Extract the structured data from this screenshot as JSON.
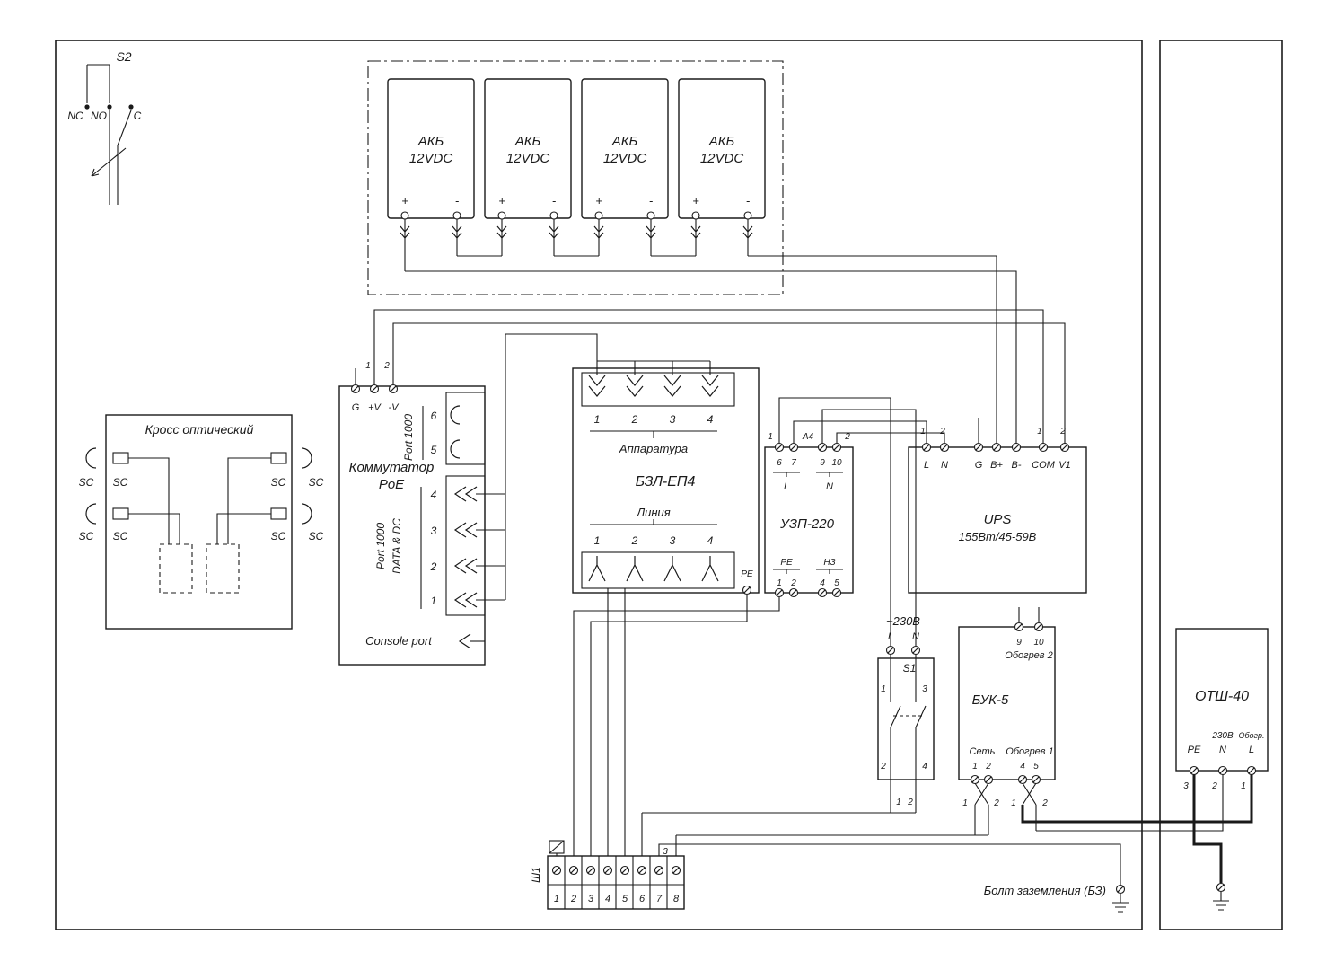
{
  "colors": {
    "line": "#1a1a1a",
    "bg": "#ffffff"
  },
  "s2": {
    "title": "S2",
    "nc": "NC",
    "no": "NO",
    "c": "C"
  },
  "battery_bank": {
    "batteries": [
      {
        "line1": "АКБ",
        "line2": "12VDC"
      },
      {
        "line1": "АКБ",
        "line2": "12VDC"
      },
      {
        "line1": "АКБ",
        "line2": "12VDC"
      },
      {
        "line1": "АКБ",
        "line2": "12VDC"
      }
    ],
    "plus": "+",
    "minus": "-"
  },
  "optical_cross": {
    "title": "Кросс оптический",
    "sc": "SC"
  },
  "poe_switch": {
    "title_line1": "Коммутатор",
    "title_line2": "PoE",
    "term_g": "G",
    "term_vplus": "+V",
    "term_vminus": "-V",
    "marks": [
      "1",
      "2"
    ],
    "uplink_group": "Port 1000",
    "uplink_numbers": [
      "6",
      "5"
    ],
    "data_group_line1": "Port 1000",
    "data_group_line2": "DATA & DC",
    "data_numbers": [
      "4",
      "3",
      "2",
      "1"
    ],
    "console": "Console port"
  },
  "bzl": {
    "title": "БЗЛ-ЕП4",
    "top_label": "Аппаратура",
    "bottom_label": "Линия",
    "pe": "РЕ",
    "top_numbers": [
      "1",
      "2",
      "3",
      "4"
    ],
    "bottom_numbers": [
      "1",
      "2",
      "3",
      "4"
    ]
  },
  "uzp": {
    "title": "УЗП-220",
    "a4": "А4",
    "marks": [
      "1",
      "2"
    ],
    "in_numbers": [
      "6",
      "7",
      "9",
      "10"
    ],
    "l": "L",
    "n": "N",
    "pe": "РЕ",
    "nz": "НЗ",
    "pe_numbers": [
      "1",
      "2"
    ],
    "nz_numbers": [
      "4",
      "5"
    ]
  },
  "ups": {
    "title": "UPS",
    "subtitle": "155Вт/45-59В",
    "terminals": [
      "L",
      "N",
      "G",
      "B+",
      "B-",
      "COM",
      "V1"
    ],
    "marks_left": [
      "1",
      "2"
    ],
    "marks_right": [
      "1",
      "2"
    ]
  },
  "mains": {
    "label": "~230В",
    "l": "L",
    "n": "N"
  },
  "s1": {
    "title": "S1",
    "top_numbers": [
      "1",
      "3"
    ],
    "bottom_numbers": [
      "2",
      "4"
    ],
    "cable_marks": [
      "1",
      "2"
    ]
  },
  "buk": {
    "title": "БУК-5",
    "heat2_label": "Обогрев 2",
    "heat2_numbers": [
      "9",
      "10"
    ],
    "net_label": "Сеть",
    "net_numbers": [
      "1",
      "2"
    ],
    "net_marks": [
      "1",
      "2"
    ],
    "heat1_label": "Обогрев 1",
    "heat1_numbers": [
      "4",
      "5"
    ],
    "heat1_marks": [
      "1",
      "2"
    ]
  },
  "otsh": {
    "title": "ОТШ-40",
    "v230": "230В",
    "heat": "Обогр.",
    "pe": "РЕ",
    "n": "N",
    "l": "L",
    "numbers": [
      "3",
      "2",
      "1"
    ]
  },
  "strip": {
    "label": "Ш1",
    "numbers": [
      "1",
      "2",
      "3",
      "4",
      "5",
      "6",
      "7",
      "8"
    ],
    "wire_mark": "3"
  },
  "ground": {
    "label": "Болт заземления (БЗ)"
  }
}
